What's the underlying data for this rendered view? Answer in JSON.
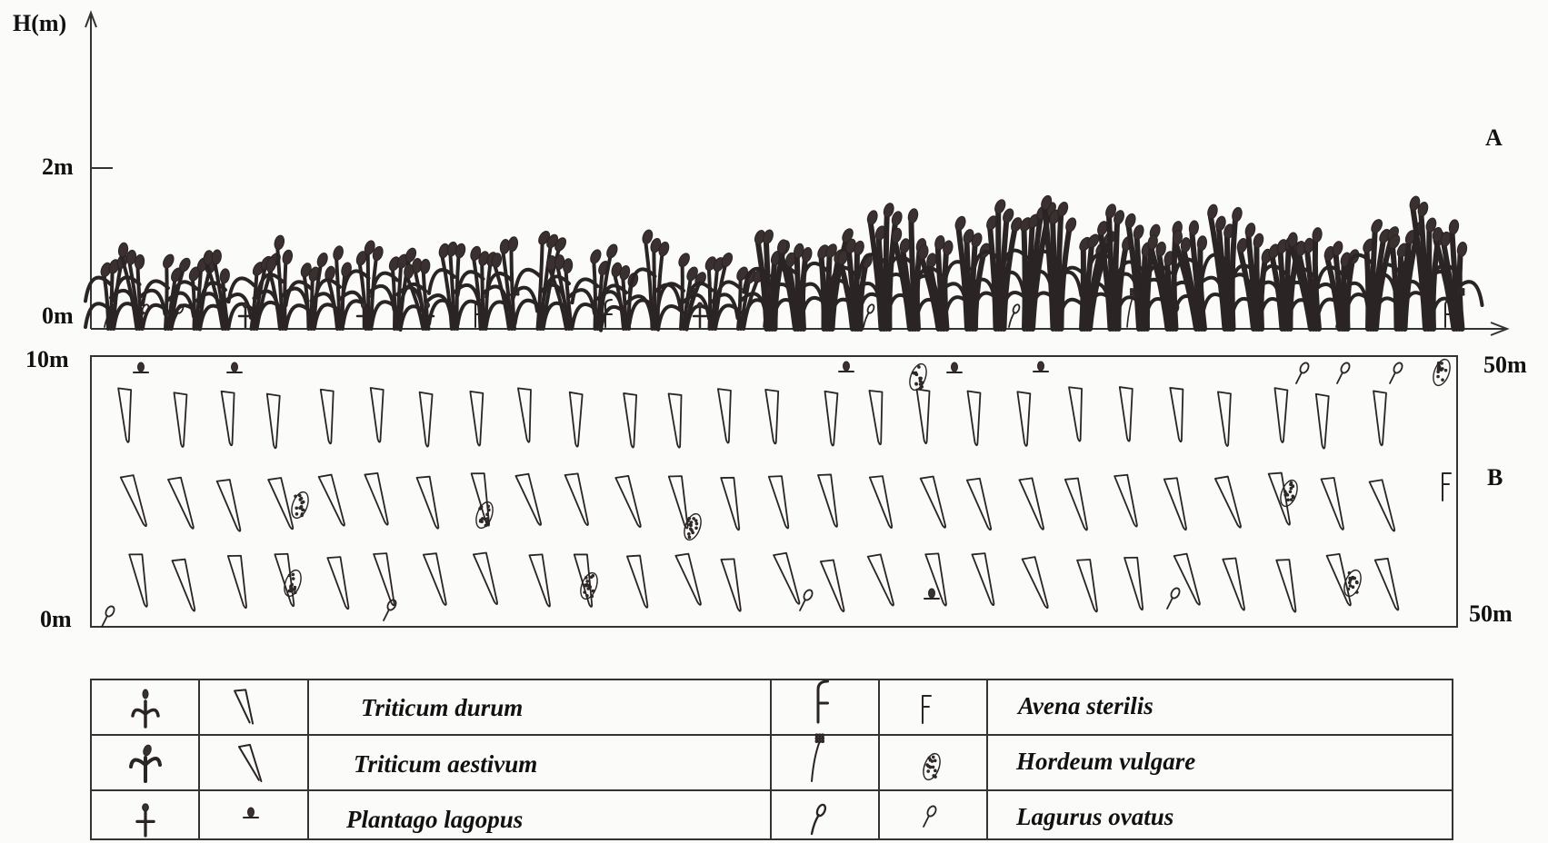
{
  "profile": {
    "y_axis_label": "H(m)",
    "y_tick_2m": "2m",
    "y_tick_0m": "0m",
    "panel_label": "A"
  },
  "plan": {
    "left_top_label": "10m",
    "left_bottom_label": "0m",
    "right_top_label": "50m",
    "right_bottom_label": "50m",
    "panel_label": "B"
  },
  "legend": {
    "rows": [
      {
        "species_left": "Triticum durum",
        "icon_profile_left": "durum-profile-icon",
        "icon_plan_left": "durum-plan-icon",
        "species_right": "Avena sterilis",
        "icon_profile_right": "avena-profile-icon",
        "icon_plan_right": "avena-plan-icon"
      },
      {
        "species_left": "Triticum aestivum",
        "icon_profile_left": "aestivum-profile-icon",
        "icon_plan_left": "aestivum-plan-icon",
        "species_right": "Hordeum vulgare",
        "icon_profile_right": "hordeum-profile-icon",
        "icon_plan_right": "hordeum-plan-icon"
      },
      {
        "species_left": "Plantago lagopus",
        "icon_profile_left": "plantago-profile-icon",
        "icon_plan_left": "plantago-plan-icon",
        "species_right": "Lagurus ovatus",
        "icon_profile_right": "lagurus-profile-icon",
        "icon_plan_right": "lagurus-plan-icon"
      }
    ]
  },
  "colors": {
    "ink": "#2a2424",
    "paper": "#fbfbfa"
  }
}
